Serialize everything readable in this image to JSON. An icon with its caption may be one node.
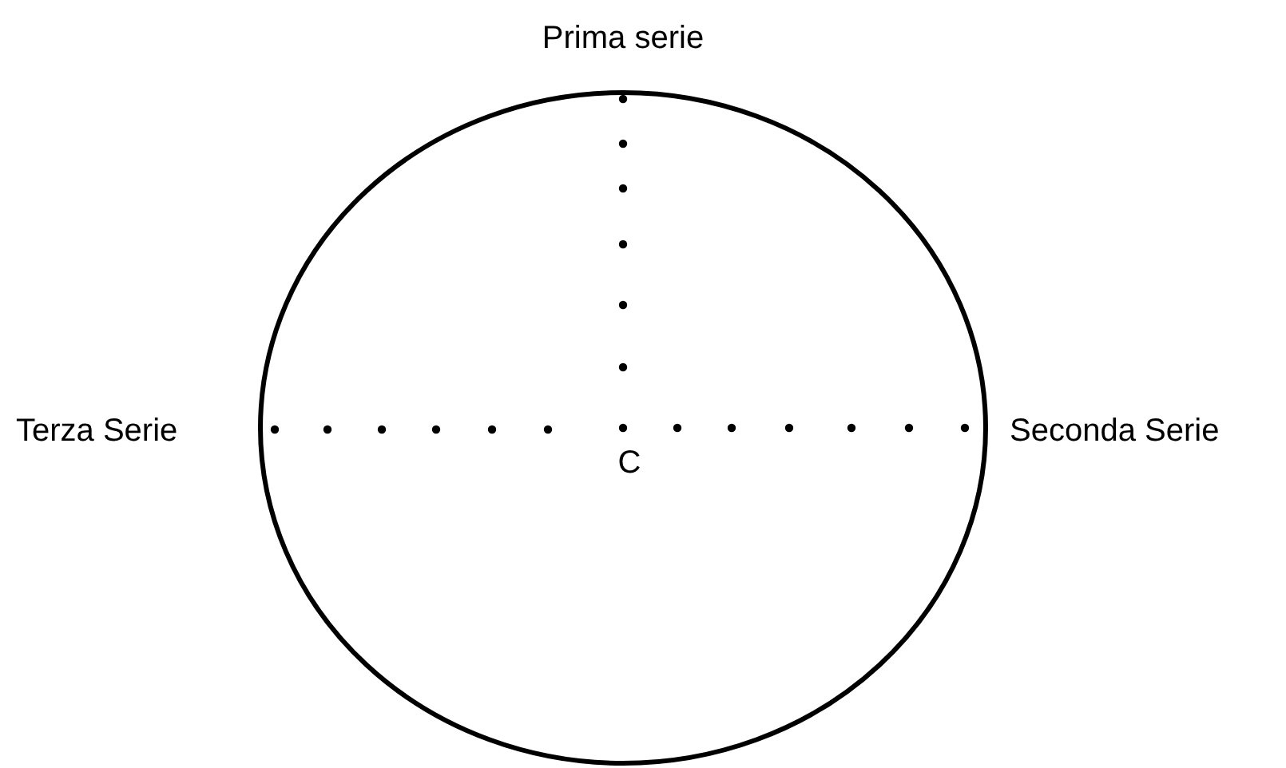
{
  "diagram": {
    "labels": [
      "Prima serie",
      "Terza Serie",
      "C",
      "Seconda Serie"
    ]
  }
}
